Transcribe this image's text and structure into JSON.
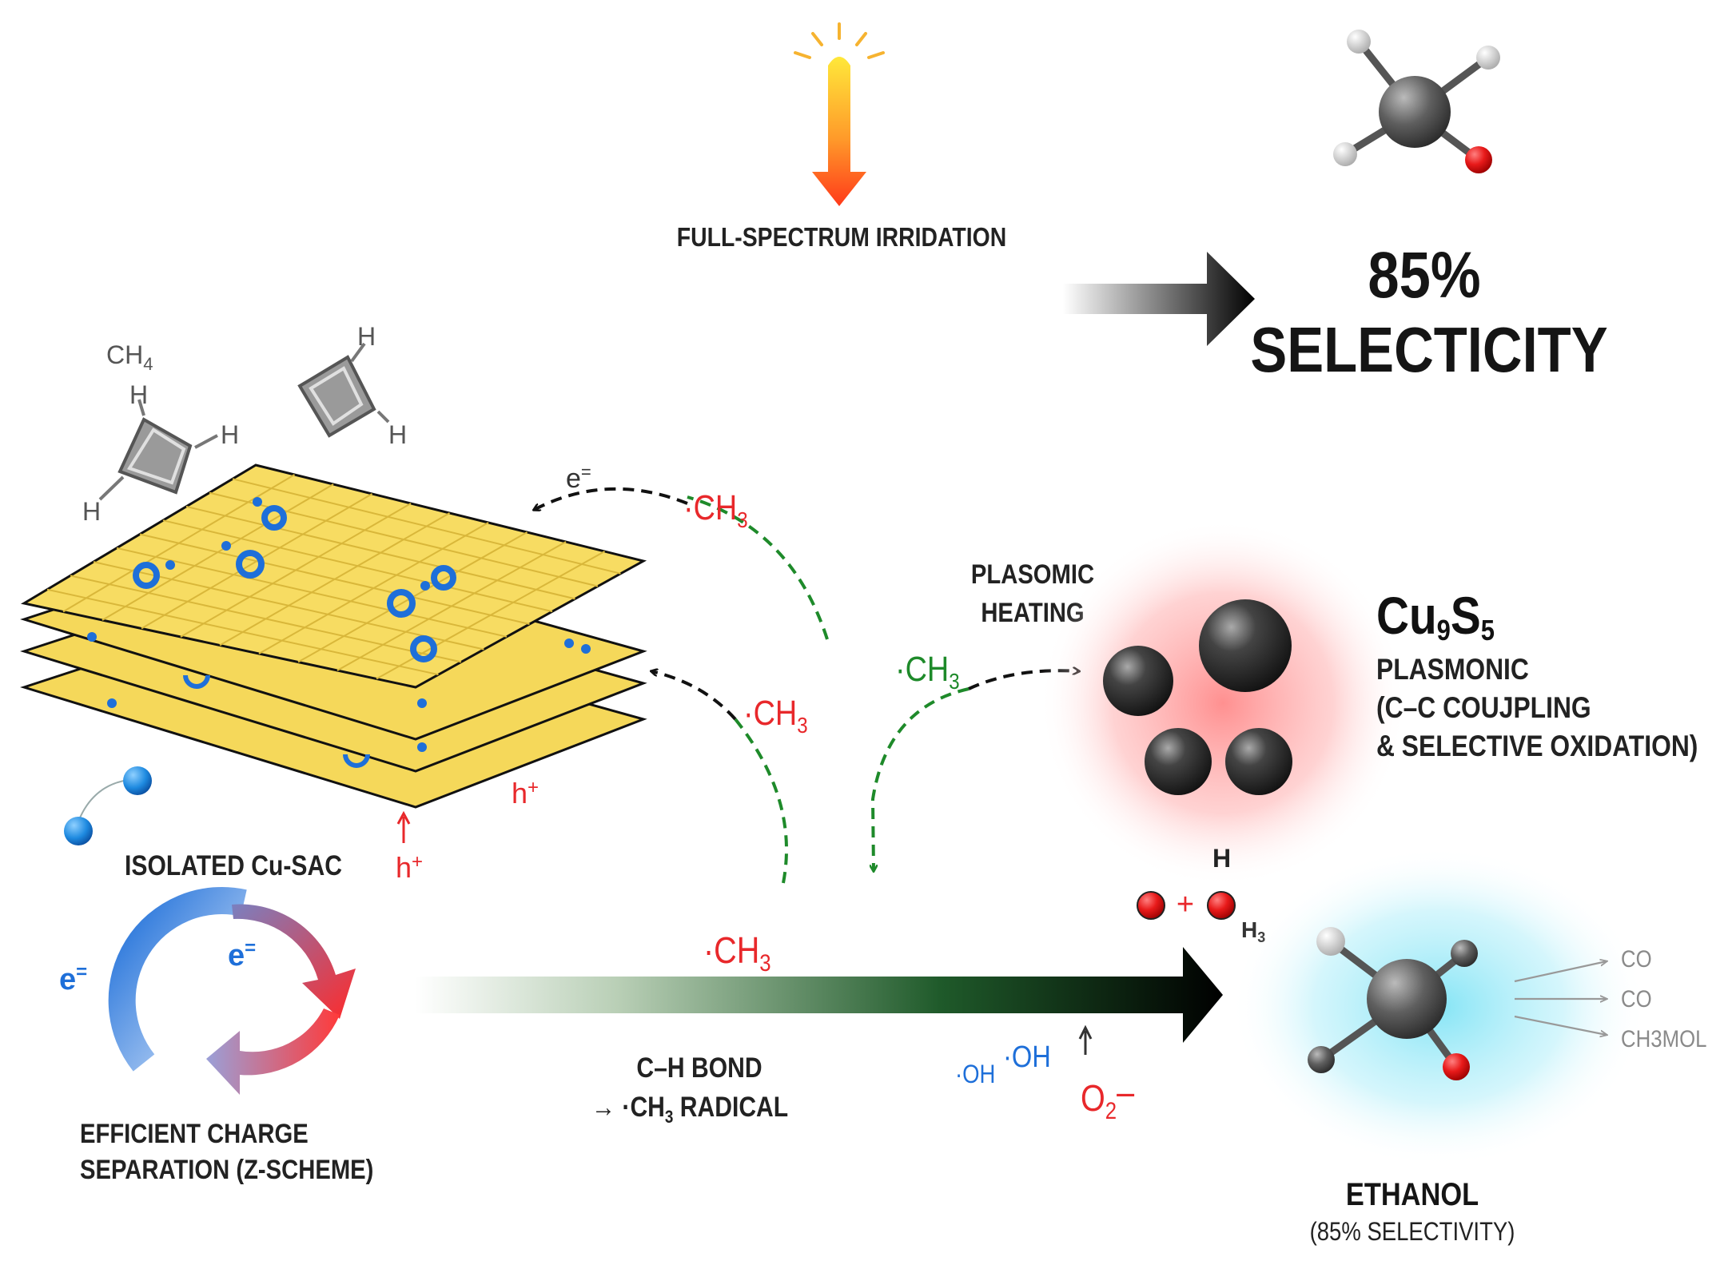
{
  "irradiation": {
    "label": "FULL-SPECTRUM IRRIDATION"
  },
  "selectivity_top": {
    "value": "85%",
    "label": "SELECTICITY"
  },
  "molecules": {
    "ch4": "CH",
    "ch4_sub": "4",
    "h": "H"
  },
  "radicals": {
    "dot": "·",
    "ch": "CH",
    "sub3": "3",
    "e_minus": "e",
    "e_sup": "=",
    "h_plus": "h",
    "h_sup": "+"
  },
  "catalyst": {
    "isolated_label": "ISOLATED Cu-SAC",
    "charge_label_line1": "EFFICIENT CHARGE",
    "charge_label_line2": "SEPARATION (Z-SCHEME)"
  },
  "plasmonic": {
    "heating_line1": "PLASOMIC",
    "heating_line2": "HEATING",
    "formula_cu": "Cu",
    "formula_9": "9",
    "formula_s": "S",
    "formula_5": "5",
    "desc_line1": "PLASMONIC",
    "desc_line2": "(C–C COUJPLING",
    "desc_line3": "& SELECTIVE OXIDATION)"
  },
  "bond": {
    "line1": "C–H BOND",
    "line2_prefix": "→ ·CH",
    "line2_sub": "3",
    "line2_suffix": " RADICAL"
  },
  "oxidants": {
    "oh1": "·OH",
    "oh2": "·OH",
    "o2": "O",
    "o2_sub": "2",
    "o2_sign": "–",
    "plus": "+",
    "h_label": "H",
    "h3_label": "H",
    "h3_sub": "3"
  },
  "byproducts": [
    "CO",
    "CO",
    "CH3MOL"
  ],
  "product": {
    "name": "ETHANOL",
    "selectivity": "(85% SELECTIVITY)"
  },
  "colors": {
    "sheet_yellow": "#f5d85a",
    "radical_red": "#e8282b",
    "radical_green": "#1e8a2a",
    "electron_blue": "#1e6fd9",
    "atom_gray": "#5a5a5a",
    "oxygen_red": "#e81a1a",
    "plasmonic_glow": "#ff8a8a",
    "product_glow": "#7fe3f5"
  }
}
